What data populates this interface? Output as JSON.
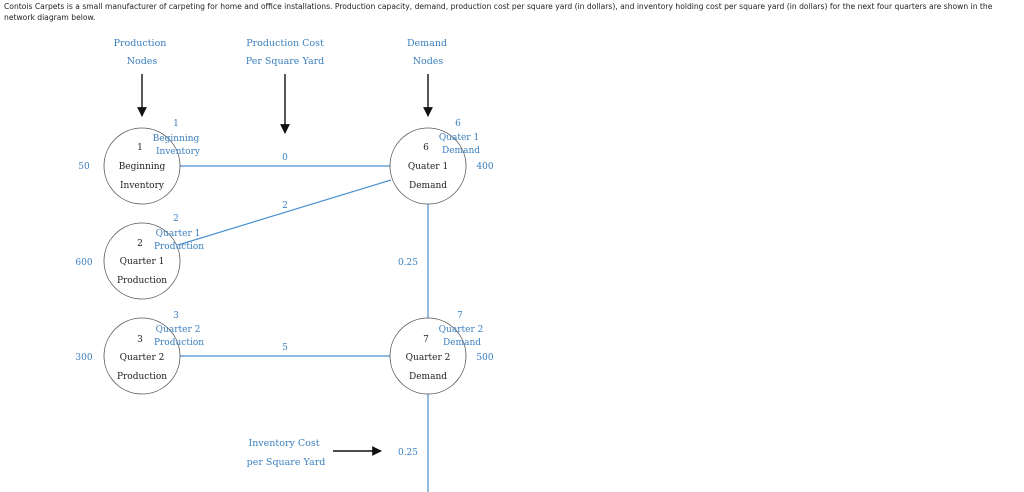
{
  "intro_text": "Contois Carpets is a small manufacturer of carpeting for home and office installations. Production capacity, demand, production cost per square yard (in dollars), and inventory holding cost per square yard (in dollars) for the next four quarters are shown in the network diagram below.",
  "headers": {
    "production_nodes": [
      "Production",
      "Nodes"
    ],
    "production_cost": [
      "Production Cost",
      "Per Square Yard"
    ],
    "demand_nodes": [
      "Demand",
      "Nodes"
    ],
    "inventory_cost": [
      "Inventory Cost",
      "per Square Yard"
    ]
  },
  "nodes": [
    {
      "id": "1",
      "overlay_lines": [
        "Beginning",
        "Inventory"
      ],
      "lines": [
        "Beginning",
        "Inventory"
      ],
      "side_value": "50"
    },
    {
      "id": "2",
      "overlay_lines": [
        "Quarter 1",
        "Production"
      ],
      "lines": [
        "Quarter 1",
        "Production"
      ],
      "side_value": "600"
    },
    {
      "id": "3",
      "overlay_lines": [
        "Quarter 2",
        "Production"
      ],
      "lines": [
        "Quarter 2",
        "Production"
      ],
      "side_value": "300"
    },
    {
      "id": "6",
      "overlay_lines": [
        "Quater 1",
        "Demand"
      ],
      "lines": [
        "Quater 1",
        "Demand"
      ],
      "side_value": "400"
    },
    {
      "id": "7",
      "overlay_lines": [
        "Quarter 2",
        "Demand"
      ],
      "lines": [
        "Quarter 2",
        "Demand"
      ],
      "side_value": "500"
    }
  ],
  "edges": [
    {
      "from": "1",
      "to": "6",
      "cost": "0"
    },
    {
      "from": "2",
      "to": "6",
      "cost": "2"
    },
    {
      "from": "3",
      "to": "7",
      "cost": "5"
    },
    {
      "from": "6",
      "to": "7",
      "cost": "0.25"
    },
    {
      "from": "7",
      "to": "next",
      "cost": "0.25"
    }
  ],
  "colors": {
    "label_blue": "#3a7fbf",
    "edge_blue": "#4a90cf",
    "text_dark": "#222222"
  }
}
